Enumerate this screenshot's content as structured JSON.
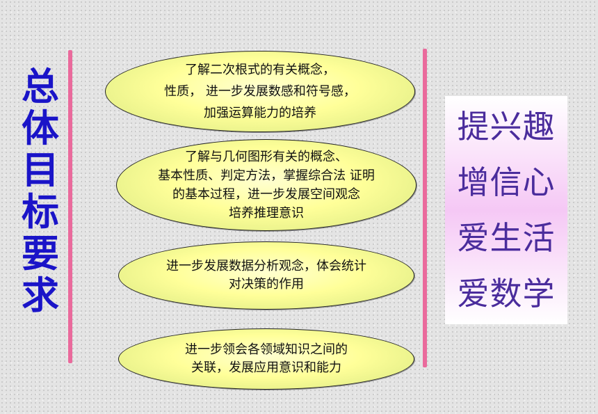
{
  "title_chars": [
    "总",
    "体",
    "目",
    "标",
    "要",
    "求"
  ],
  "goals": [
    {
      "lines": [
        "了解二次根式的有关概念，",
        "性质， 进一步发展数感和符号感，",
        "加强运算能力的培养"
      ]
    },
    {
      "lines": [
        "了解与几何图形有关的概念、",
        "基本性质、判定方法，掌握综合法 证明",
        "的基本过程，进一步发展空间观念",
        "培养推理意识"
      ]
    },
    {
      "lines": [
        "进一步发展数据分析观念，体会统计",
        "对决策的作用"
      ]
    },
    {
      "lines": [
        "进一步领会各领域知识之间的",
        "关联，发展应用意识和能力"
      ]
    }
  ],
  "motto": [
    "提兴趣",
    "增信心",
    "爱生活",
    "爱数学"
  ],
  "colors": {
    "title": "#1a14c8",
    "divider": "#ea6a9c",
    "ellipse_fill": "#ffff99",
    "motto_text": "#4a2c9c"
  }
}
